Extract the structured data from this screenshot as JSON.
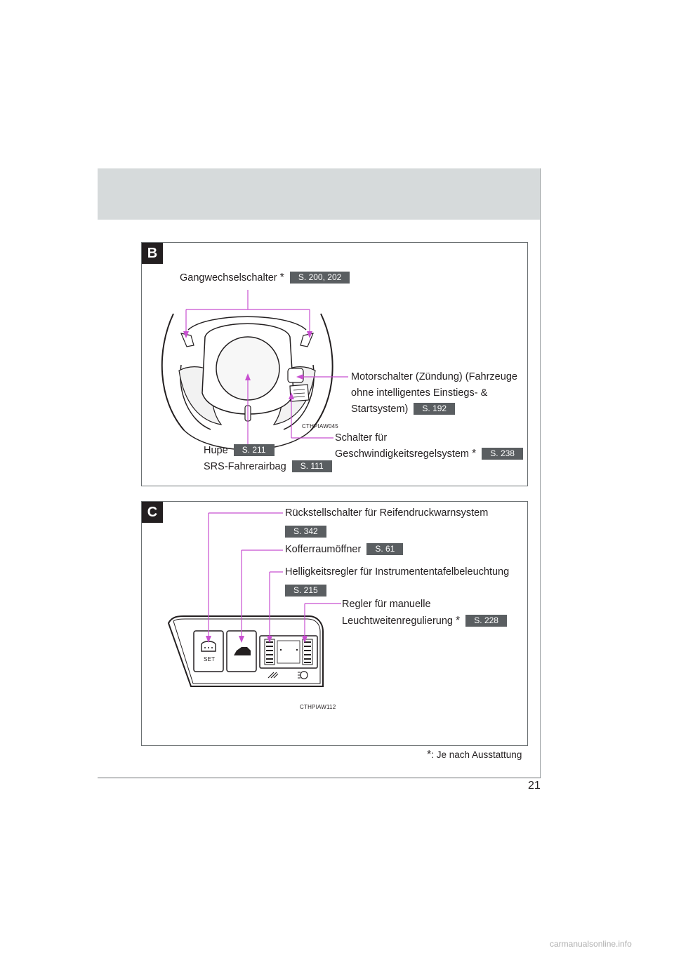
{
  "page_number": "21",
  "sections": {
    "b": {
      "tag": "B",
      "gear_label": "Gangwechselschalter",
      "gear_ref": "S. 200, 202",
      "motor_line1": "Motorschalter (Zündung) (Fahrzeuge",
      "motor_line2": "ohne intelligentes Einstiegs- &",
      "motor_line3": "Startsystem)",
      "motor_ref": "S. 192",
      "figure_code": "CTHPIAW045",
      "cruise_line1": "Schalter für",
      "cruise_line2": "Geschwindigkeitsregelsystem",
      "cruise_ref": "S. 238",
      "horn_label": "Hupe",
      "horn_ref": "S. 211",
      "airbag_label": "SRS-Fahrerairbag",
      "airbag_ref": "S. 111"
    },
    "c": {
      "tag": "C",
      "tpms_label": "Rückstellschalter für Reifendruckwarnsystem",
      "tpms_ref": "S. 342",
      "trunk_label": "Kofferraumöffner",
      "trunk_ref": "S. 61",
      "dimmer_label": "Helligkeitsregler für Instrumententafelbeleuchtung",
      "dimmer_ref": "S. 215",
      "level_line1": "Regler für manuelle",
      "level_line2": "Leuchtweitenregulierung",
      "level_ref": "S. 228",
      "set_text": "SET",
      "figure_code": "CTHPIAW112"
    }
  },
  "star_symbol": "*",
  "footnote": ": Je nach Ausstattung",
  "watermark": "carmanualsonline.info",
  "colors": {
    "leader": "#c84fd0",
    "ref_bg": "#5a5e61",
    "header_band": "#d6dadb"
  }
}
